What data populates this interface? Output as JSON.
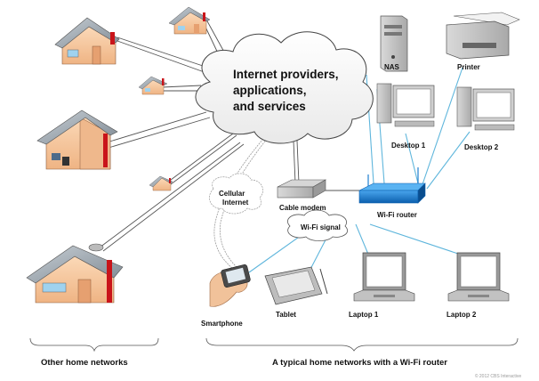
{
  "cloud": {
    "line1": "Internet providers,",
    "line2": "applications,",
    "line3": "and services"
  },
  "labels": {
    "nas": "NAS",
    "printer": "Printer",
    "desktop1": "Desktop 1",
    "desktop2": "Desktop 2",
    "cable_modem": "Cable modem",
    "wifi_router": "Wi-Fi router",
    "wifi_signal": "Wi-Fi signal",
    "cellular_1": "Cellular",
    "cellular_2": "Internet",
    "smartphone": "Smartphone",
    "tablet": "Tablet",
    "laptop1": "Laptop 1",
    "laptop2": "Laptop 2"
  },
  "captions": {
    "other": "Other home networks",
    "typical": "A typical home networks with a Wi-Fi router"
  },
  "copyright": "© 2012 CBS Interactive",
  "colors": {
    "wifi_link": "#5fb6dc",
    "router": "#1e7fd0",
    "house_wall": "#f5c8a0",
    "roof": "#9aa4ad"
  }
}
